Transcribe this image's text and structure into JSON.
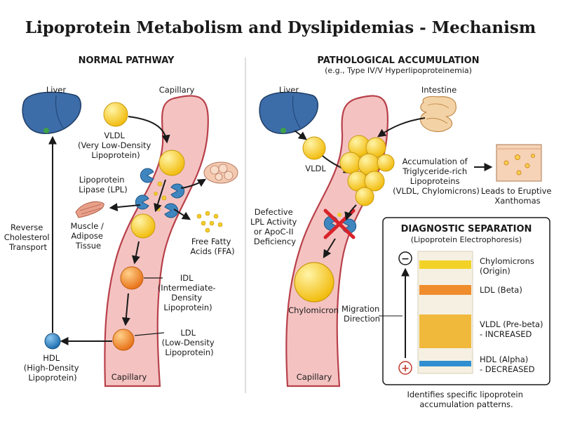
{
  "title": "Lipoprotein Metabolism and Dyslipidemias - Mechanism",
  "normal": {
    "heading": "NORMAL PATHWAY",
    "liver": "Liver",
    "capillary_top": "Capillary",
    "capillary_bottom": "Capillary",
    "vldl": [
      "VLDL",
      "(Very Low-Density",
      "Lipoprotein)"
    ],
    "lpl": [
      "Lipoprotein",
      "Lipase (LPL)"
    ],
    "muscle": [
      "Muscle /",
      "Adipose",
      "Tissue"
    ],
    "ffa": [
      "Free Fatty",
      "Acids (FFA)"
    ],
    "idl": [
      "IDL",
      "(Intermediate-",
      "Density",
      "Lipoprotein)"
    ],
    "ldl": [
      "LDL",
      "(Low-Density",
      "Lipoprotein)"
    ],
    "hdl": [
      "HDL",
      "(High-Density",
      "Lipoprotein)"
    ],
    "reverse": [
      "Reverse",
      "Cholesterol",
      "Transport"
    ]
  },
  "pathological": {
    "heading": "PATHOLOGICAL ACCUMULATION",
    "subheading": "(e.g., Type IV/V Hyperlipoproteinemia)",
    "liver": "Liver",
    "intestine": "Intestine",
    "vldl": "VLDL",
    "accumulation": [
      "Accumulation of",
      "Triglyceride-rich",
      "Lipoproteins",
      "(VLDL, Chylomicrons)"
    ],
    "defective": [
      "Defective",
      "LPL Activity",
      "or ApoC-II",
      "Deficiency"
    ],
    "chylomicron": "Chylomicron",
    "capillary": "Capillary",
    "xanthomas": [
      "Leads to Eruptive",
      "Xanthomas"
    ]
  },
  "diagnostic": {
    "title": "DIAGNOSTIC SEPARATION",
    "subtitle": "(Lipoprotein Electrophoresis)",
    "minus": "−",
    "plus": "+",
    "migration": [
      "Migration",
      "Direction"
    ],
    "bands": [
      {
        "lines": [
          "Chylomicrons",
          "(Origin)"
        ],
        "color": "#f2d227"
      },
      {
        "lines": [
          "LDL (Beta)"
        ],
        "color": "#ef8c2c"
      },
      {
        "lines": [
          "VLDL (Pre-beta)",
          "- INCREASED"
        ],
        "color": "#f0b22a"
      },
      {
        "lines": [
          "HDL (Alpha)",
          "- DECREASED"
        ],
        "color": "#2f8fd0"
      }
    ],
    "footer": [
      "Identifies specific lipoprotein",
      "accumulation patterns."
    ]
  },
  "colors": {
    "liver": "#3c6da8",
    "vessel_fill": "#f4c3c1",
    "vessel_stroke": "#b8404a",
    "yellow": "#f4c81e",
    "orange": "#f08a22",
    "hdl": "#2e86c8",
    "lpl": "#3f86bf",
    "cross": "#d8232a"
  }
}
